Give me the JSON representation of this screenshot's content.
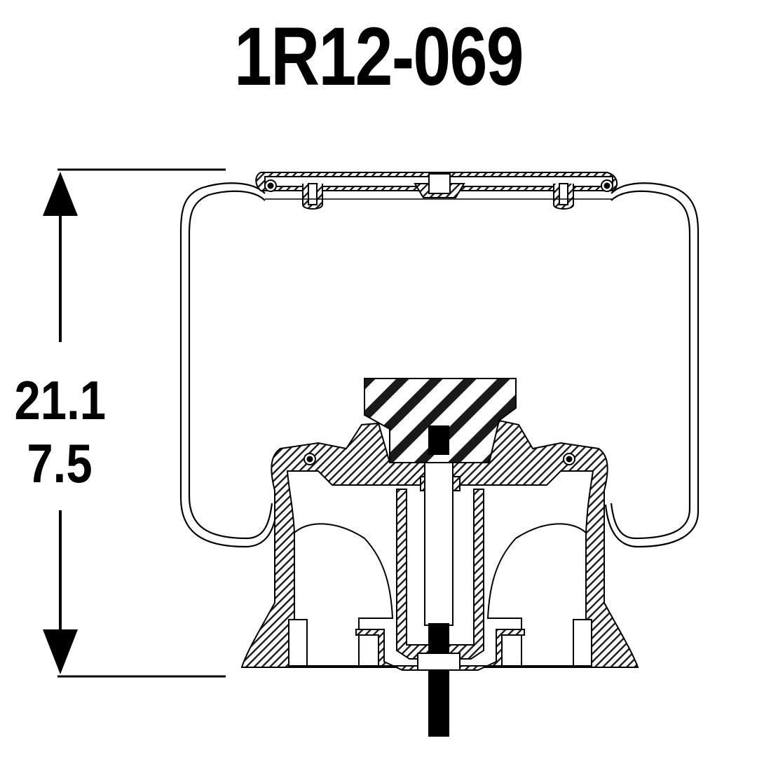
{
  "header": {
    "part_number": "1R12-069"
  },
  "dimensions": {
    "max_height": "21.1",
    "min_height": "7.5"
  },
  "colors": {
    "line": "#000000",
    "background": "#ffffff",
    "hatch": "#1a1a1a"
  }
}
